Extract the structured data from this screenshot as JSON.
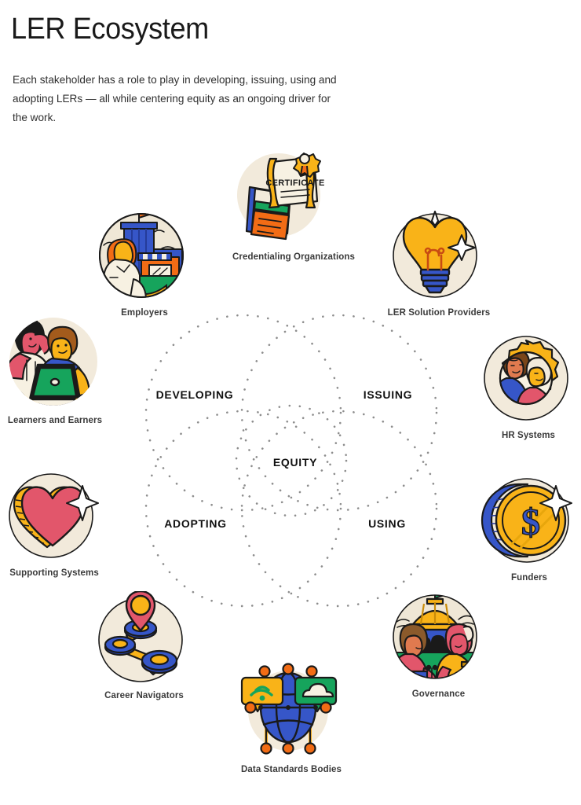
{
  "header": {
    "title": "LER Ecosystem",
    "subtitle": "Each stakeholder has a role to play in developing, issuing, using and adopting LERs — all while centering equity as an ongoing driver for the work."
  },
  "diagram": {
    "type": "venn-four-circle",
    "center_label": "EQUITY",
    "quadrants": [
      {
        "id": "developing",
        "label": "DEVELOPING"
      },
      {
        "id": "issuing",
        "label": "ISSUING"
      },
      {
        "id": "adopting",
        "label": "ADOPTING"
      },
      {
        "id": "using",
        "label": "USING"
      }
    ],
    "outline_style": "dotted",
    "outline_color": "#8a8a8a"
  },
  "stakeholders": [
    {
      "id": "credentialing-organizations",
      "label": "Credentialing Organizations",
      "icon": "certificate-icon"
    },
    {
      "id": "employers",
      "label": "Employers",
      "icon": "office-building-icon"
    },
    {
      "id": "ler-solution-providers",
      "label": "LER Solution Providers",
      "icon": "lightbulb-icon"
    },
    {
      "id": "learners-and-earners",
      "label": "Learners and Earners",
      "icon": "two-people-laptop-icon"
    },
    {
      "id": "hr-systems",
      "label": "HR Systems",
      "icon": "gear-people-icon"
    },
    {
      "id": "supporting-systems",
      "label": "Supporting Systems",
      "icon": "heart-icon"
    },
    {
      "id": "funders",
      "label": "Funders",
      "icon": "dollar-coin-icon"
    },
    {
      "id": "career-navigators",
      "label": "Career Navigators",
      "icon": "map-pin-network-icon"
    },
    {
      "id": "governance",
      "label": "Governance",
      "icon": "capitol-building-icon"
    },
    {
      "id": "data-standards-bodies",
      "label": "Data Standards Bodies",
      "icon": "globe-network-icon"
    }
  ],
  "palette": {
    "cream": "#F2EADB",
    "yellow": "#F9B318",
    "orange": "#F26C15",
    "blue": "#3A4FC4",
    "royal_blue": "#3656C8",
    "green": "#16A45C",
    "pink": "#E2566B",
    "ink": "#1A1A1A",
    "label_gray": "#3A3A3A"
  }
}
